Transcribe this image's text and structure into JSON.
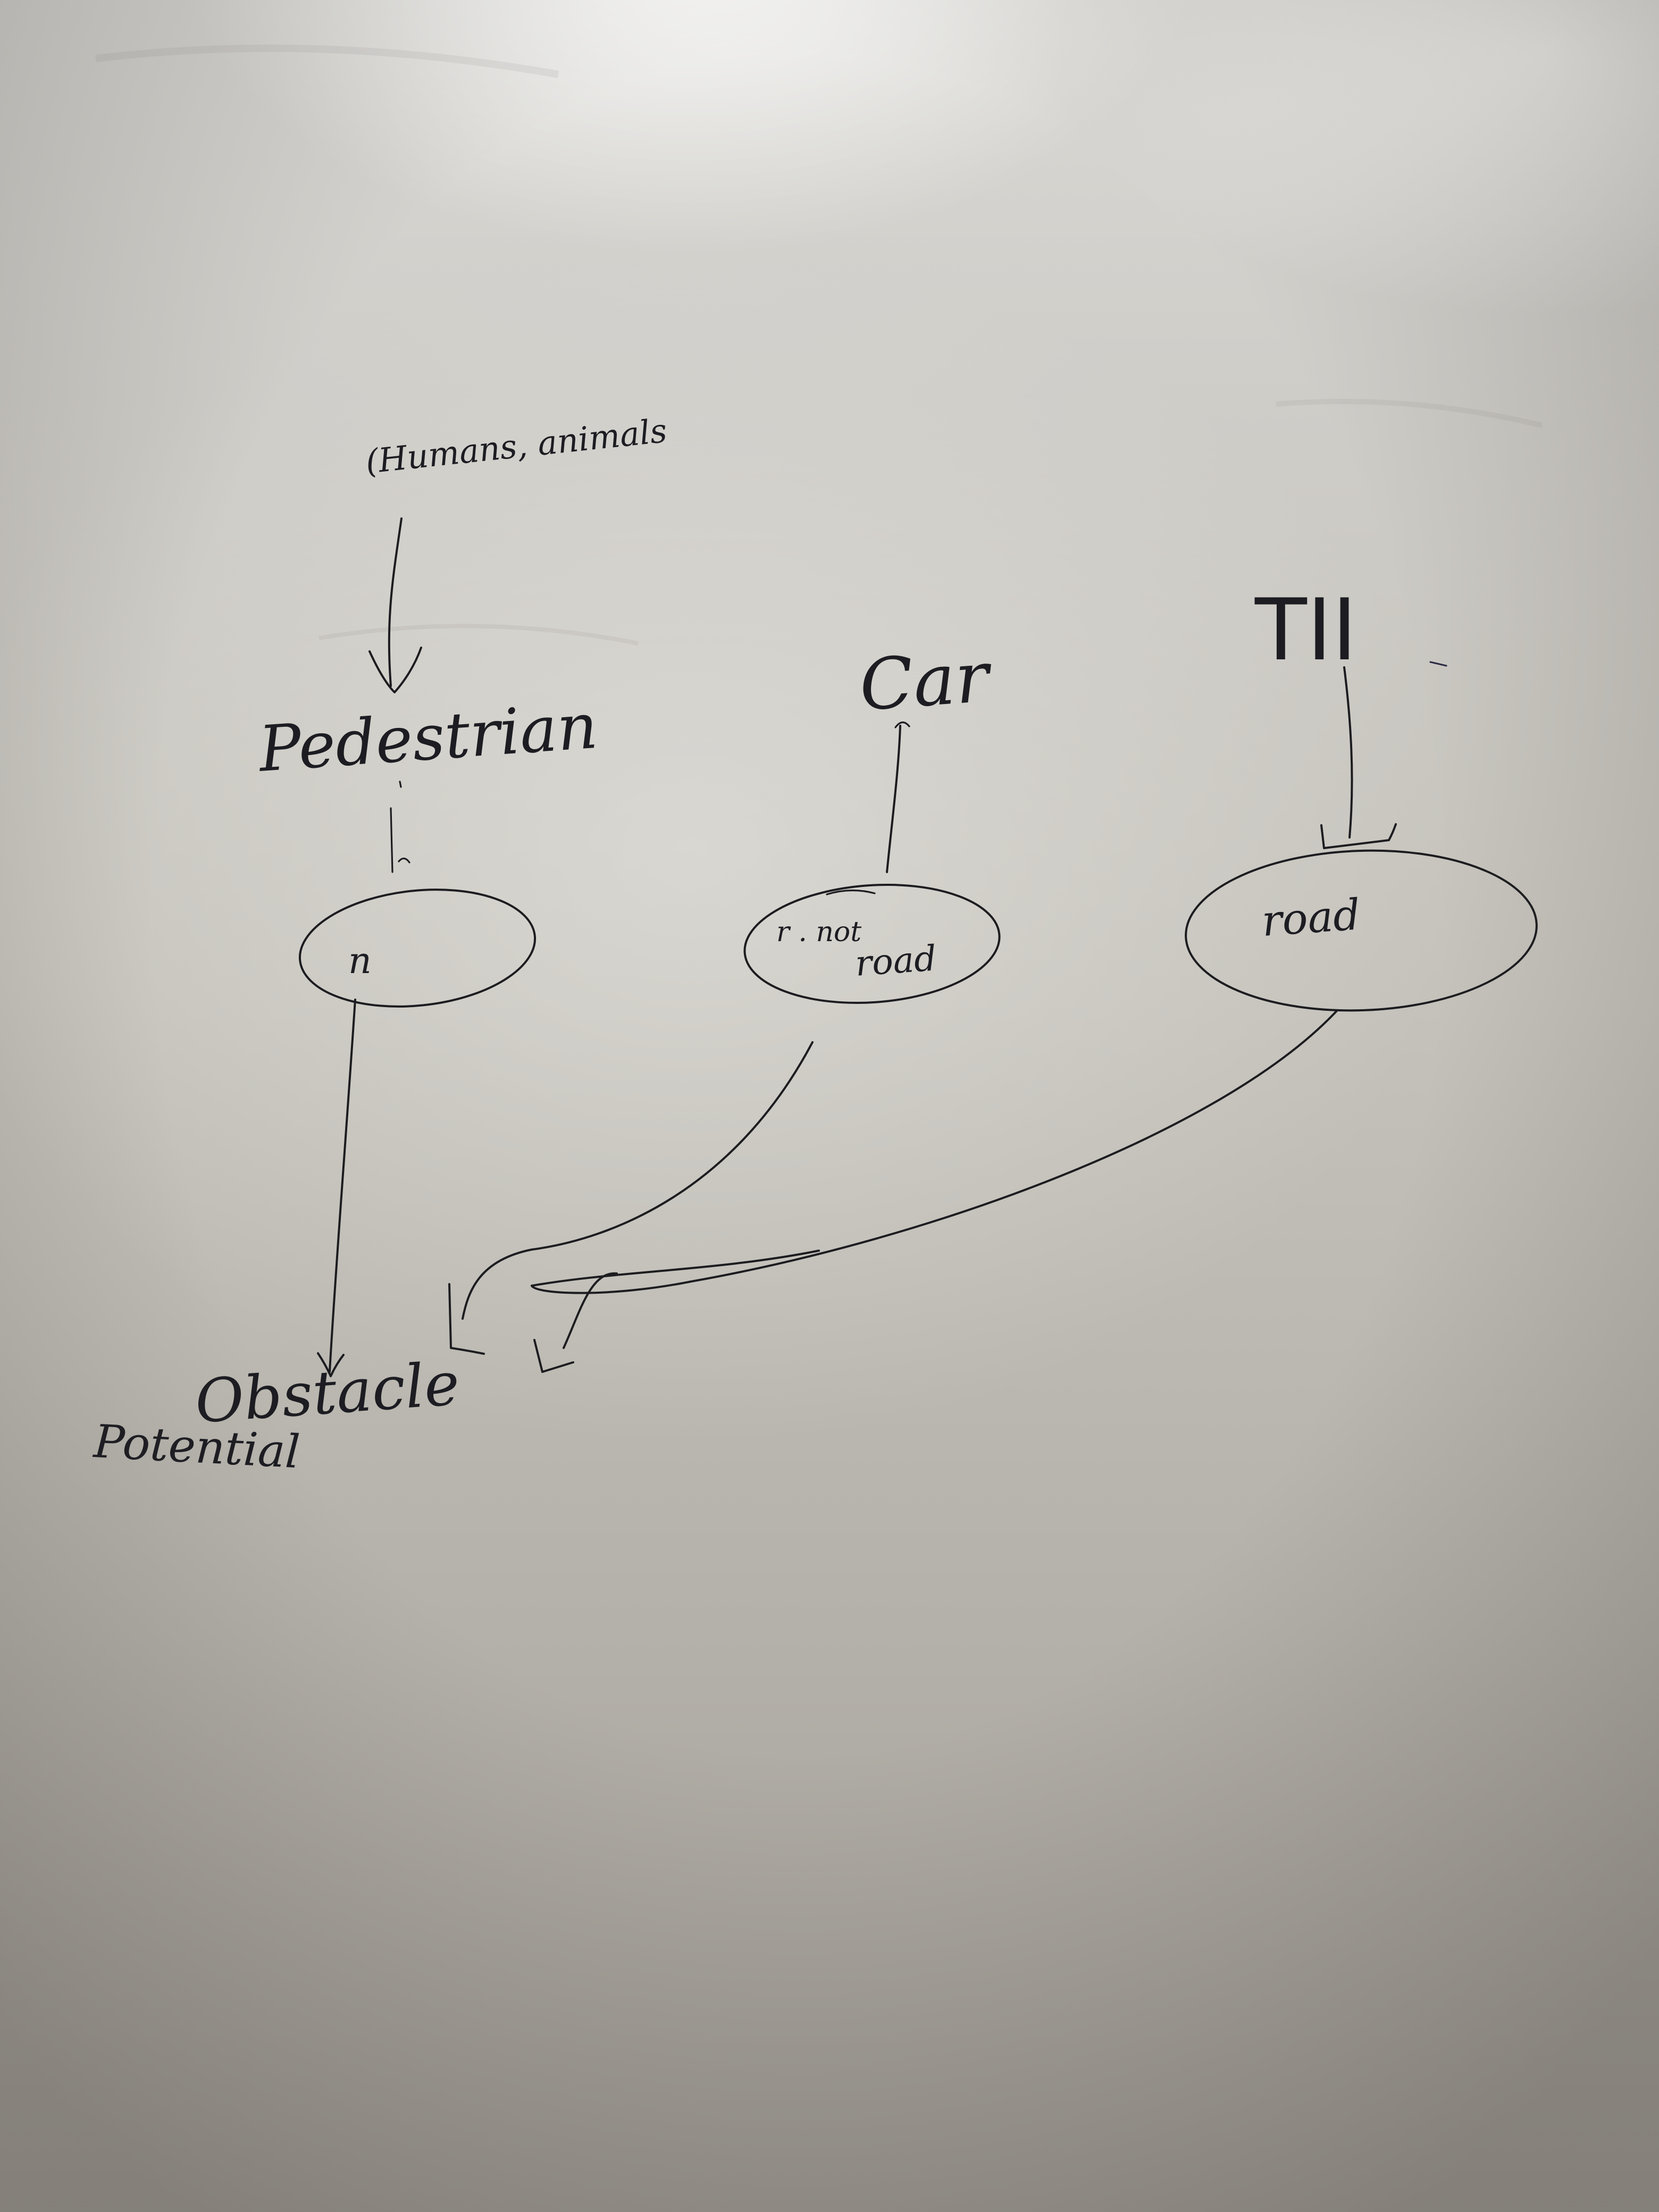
{
  "whiteboard": {
    "labels": {
      "humans_animals": "(Humans, animals",
      "pedestrian": "Pedestrian",
      "car": "Car",
      "tii": "TII",
      "node_left": "n",
      "node_middle_top": "r . not",
      "node_middle_bottom": "road",
      "node_right": "road",
      "obstacle": "Obstacle",
      "potential": "Potential"
    },
    "colors": {
      "ink": "#1c1c20",
      "board": "#cfcdc8"
    }
  }
}
